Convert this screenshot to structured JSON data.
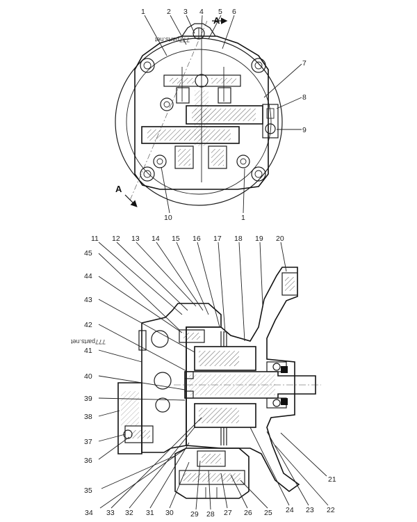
{
  "section_marks": {
    "top": "A",
    "bottom": "A"
  },
  "watermark": "777parts.net",
  "top_view_labels": [
    {
      "id": "t1",
      "text": "1"
    },
    {
      "id": "t2",
      "text": "2"
    },
    {
      "id": "t3",
      "text": "3"
    },
    {
      "id": "t4",
      "text": "4"
    },
    {
      "id": "t5",
      "text": "5"
    },
    {
      "id": "t6",
      "text": "6"
    },
    {
      "id": "t7",
      "text": "7"
    },
    {
      "id": "t8",
      "text": "8"
    },
    {
      "id": "t9",
      "text": "9"
    },
    {
      "id": "t10",
      "text": "10"
    },
    {
      "id": "t1b",
      "text": "1"
    }
  ],
  "bottom_view_labels": [
    {
      "id": "b11",
      "text": "11"
    },
    {
      "id": "b12",
      "text": "12"
    },
    {
      "id": "b13",
      "text": "13"
    },
    {
      "id": "b14",
      "text": "14"
    },
    {
      "id": "b15",
      "text": "15"
    },
    {
      "id": "b16",
      "text": "16"
    },
    {
      "id": "b17",
      "text": "17"
    },
    {
      "id": "b18",
      "text": "18"
    },
    {
      "id": "b19",
      "text": "19"
    },
    {
      "id": "b20",
      "text": "20"
    },
    {
      "id": "b21",
      "text": "21"
    },
    {
      "id": "b22",
      "text": "22"
    },
    {
      "id": "b23",
      "text": "23"
    },
    {
      "id": "b24",
      "text": "24"
    },
    {
      "id": "b25",
      "text": "25"
    },
    {
      "id": "b26",
      "text": "26"
    },
    {
      "id": "b27",
      "text": "27"
    },
    {
      "id": "b28",
      "text": "28"
    },
    {
      "id": "b29",
      "text": "29"
    },
    {
      "id": "b30",
      "text": "30"
    },
    {
      "id": "b31",
      "text": "31"
    },
    {
      "id": "b32",
      "text": "32"
    },
    {
      "id": "b33",
      "text": "33"
    },
    {
      "id": "b34",
      "text": "34"
    },
    {
      "id": "b35",
      "text": "35"
    },
    {
      "id": "b36",
      "text": "36"
    },
    {
      "id": "b37",
      "text": "37"
    },
    {
      "id": "b38",
      "text": "38"
    },
    {
      "id": "b39",
      "text": "39"
    },
    {
      "id": "b40",
      "text": "40"
    },
    {
      "id": "b41",
      "text": "41"
    },
    {
      "id": "b42",
      "text": "42"
    },
    {
      "id": "b43",
      "text": "43"
    },
    {
      "id": "b44",
      "text": "44"
    },
    {
      "id": "b45",
      "text": "45"
    }
  ]
}
